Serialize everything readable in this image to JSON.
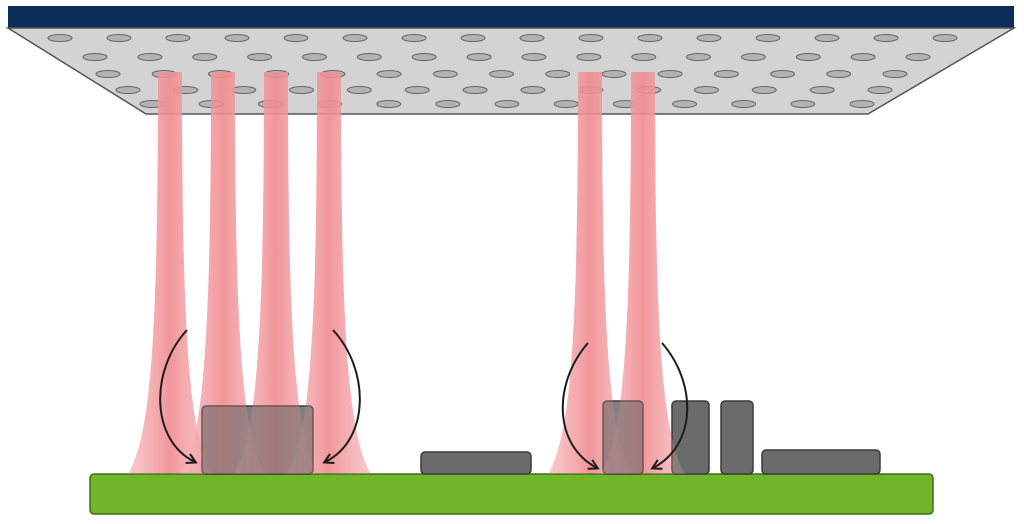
{
  "diagram": {
    "description_visible_text": "",
    "colors": {
      "header_bar": "#0c2d57",
      "nozzle_plate": "#d3d3d3",
      "nozzle_plate_edge": "#555555",
      "nozzle_hole": "#b3b3b3",
      "jet": "#f08a8f",
      "board": "#6fb62a",
      "board_edge": "#3f6e17",
      "component": "#6b6b6b",
      "component_edge": "#3a3a3a",
      "arrow": "#1c1c1c"
    },
    "jets_left_group": 4,
    "jets_right_group": 2,
    "components": [
      "large-component",
      "flat-component-1",
      "tall-component-1",
      "tall-component-2",
      "tall-component-3",
      "flat-component-2"
    ],
    "arrow_count": 4
  }
}
